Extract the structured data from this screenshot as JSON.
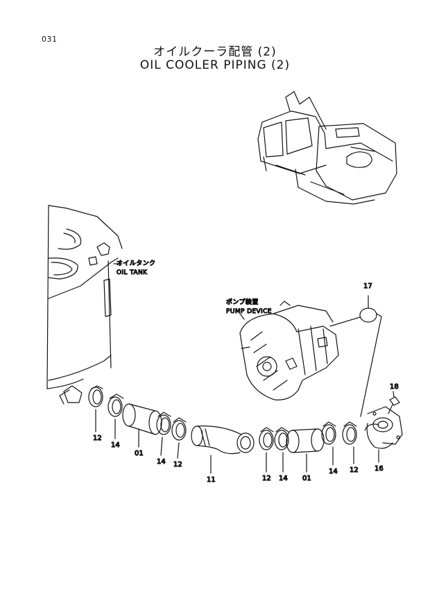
{
  "page_number": "031",
  "title_jp": "オイルクーラ配管 (2)",
  "title_en": "OIL COOLER PIPING (2)",
  "annotations": {
    "oil_tank_jp": "オイルタンク",
    "oil_tank_en": "OIL TANK",
    "pump_device_jp": "ポンプ装置",
    "pump_device_en": "PUMP DEVICE"
  },
  "part_labels": {
    "p17": "17",
    "p18": "18",
    "p12a": "12",
    "p14a": "14",
    "p01a": "01",
    "p14b": "14",
    "p12b": "12",
    "p11": "11",
    "p12c": "12",
    "p14c": "14",
    "p01b": "01",
    "p14d": "14",
    "p12d": "12",
    "p16": "16"
  }
}
